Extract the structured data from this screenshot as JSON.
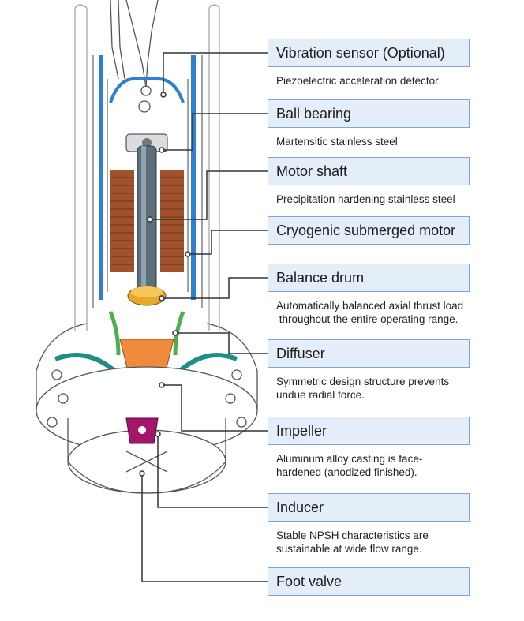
{
  "components": [
    {
      "label": "Vibration sensor (Optional)",
      "description": [
        "Piezoelectric acceleration detector"
      ]
    },
    {
      "label": "Ball bearing",
      "description": [
        "Martensitic stainless steel"
      ]
    },
    {
      "label": "Motor shaft",
      "description": [
        "Precipitation hardening stainless steel"
      ]
    },
    {
      "label": "Cryogenic submerged motor",
      "description": []
    },
    {
      "label": "Balance drum",
      "description": [
        "Automatically balanced axial thrust load",
        " throughout the entire operating range."
      ]
    },
    {
      "label": "Diffuser",
      "description": [
        "Symmetric design structure prevents",
        "undue radial force."
      ]
    },
    {
      "label": "Impeller",
      "description": [
        "Aluminum alloy casting is face-",
        "hardened (anodized finished)."
      ]
    },
    {
      "label": "Inducer",
      "description": [
        "Stable NPSH characteristics are",
        "sustainable at wide flow range."
      ]
    },
    {
      "label": "Foot valve",
      "description": []
    }
  ],
  "colors": {
    "box_fill": "#e4eef9",
    "box_border": "#7aa7d9",
    "casing_blue": "#2f7fd0",
    "teal": "#1d8f86",
    "green": "#4caf50",
    "orange": "#f08a3c",
    "magenta": "#a4166b",
    "copper": "#a0522d",
    "leader": "#333333"
  }
}
